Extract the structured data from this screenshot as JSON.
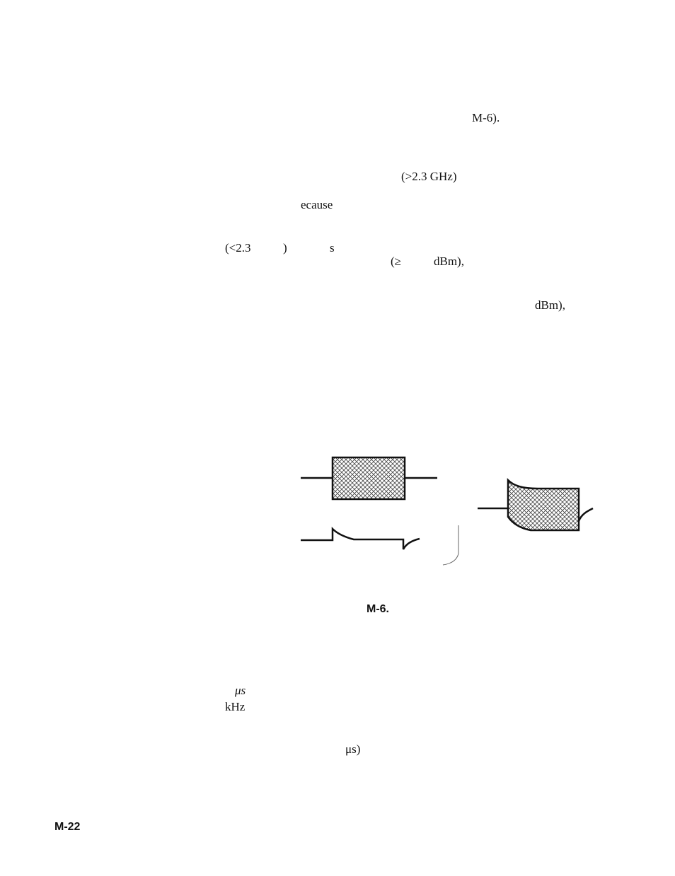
{
  "fragments": {
    "f1": "M-6).",
    "f2": "(>2.3 GHz)",
    "f3": "ecause",
    "f4": "(<2.3",
    "f5": ")",
    "f6": "s",
    "f7": "(≥",
    "f8": "dBm),",
    "f9": "dBm),",
    "f10": "μs",
    "f11": "kHz",
    "f12": "μs)"
  },
  "figure": {
    "caption": "M-6."
  },
  "footer": {
    "page_number": "M-22"
  }
}
